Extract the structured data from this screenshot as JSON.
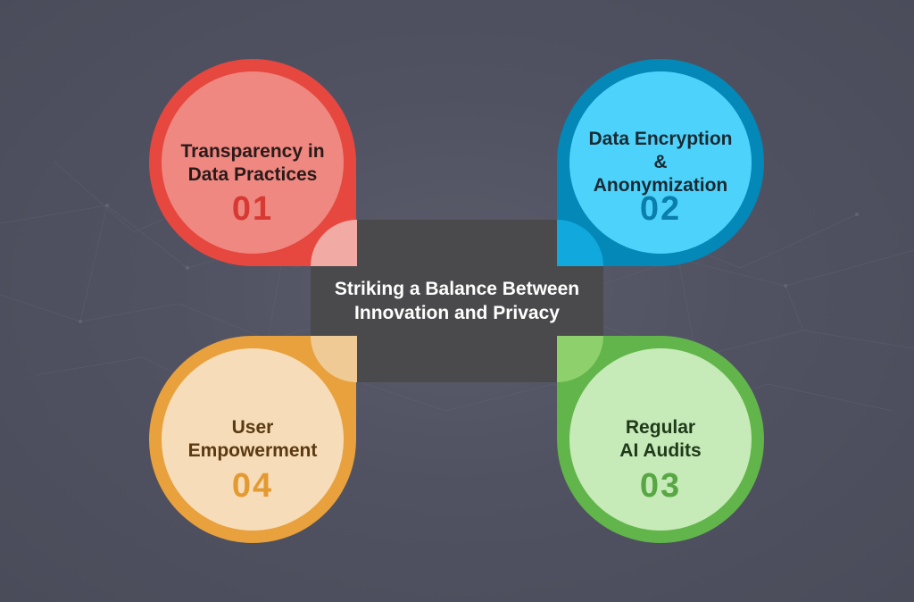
{
  "center": {
    "line1": "Striking a Balance Between",
    "line2": "Innovation and Privacy"
  },
  "items": [
    {
      "number": "01",
      "lines": [
        "Transparency in",
        "Data Practices"
      ],
      "outer": "#e6473f",
      "inner": "#ee8880",
      "quarter": "#f2aaa4",
      "text": "#2a1a1a",
      "num_color": "#d63a33"
    },
    {
      "number": "02",
      "lines": [
        "Data Encryption",
        "&",
        "Anonymization"
      ],
      "outer": "#0388b8",
      "inner": "#4dd3fb",
      "quarter": "#10a8dd",
      "text": "#1a2a33",
      "num_color": "#0a7fae"
    },
    {
      "number": "03",
      "lines": [
        "Regular",
        "AI Audits"
      ],
      "outer": "#62b54a",
      "inner": "#c7eab9",
      "quarter": "#8ed06c",
      "text": "#1e3a1a",
      "num_color": "#58a744"
    },
    {
      "number": "04",
      "lines": [
        "User",
        "Empowerment"
      ],
      "outer": "#e8a13c",
      "inner": "#f6dcb8",
      "quarter": "#efca95",
      "text": "#5a3a12",
      "num_color": "#e39a33"
    }
  ]
}
